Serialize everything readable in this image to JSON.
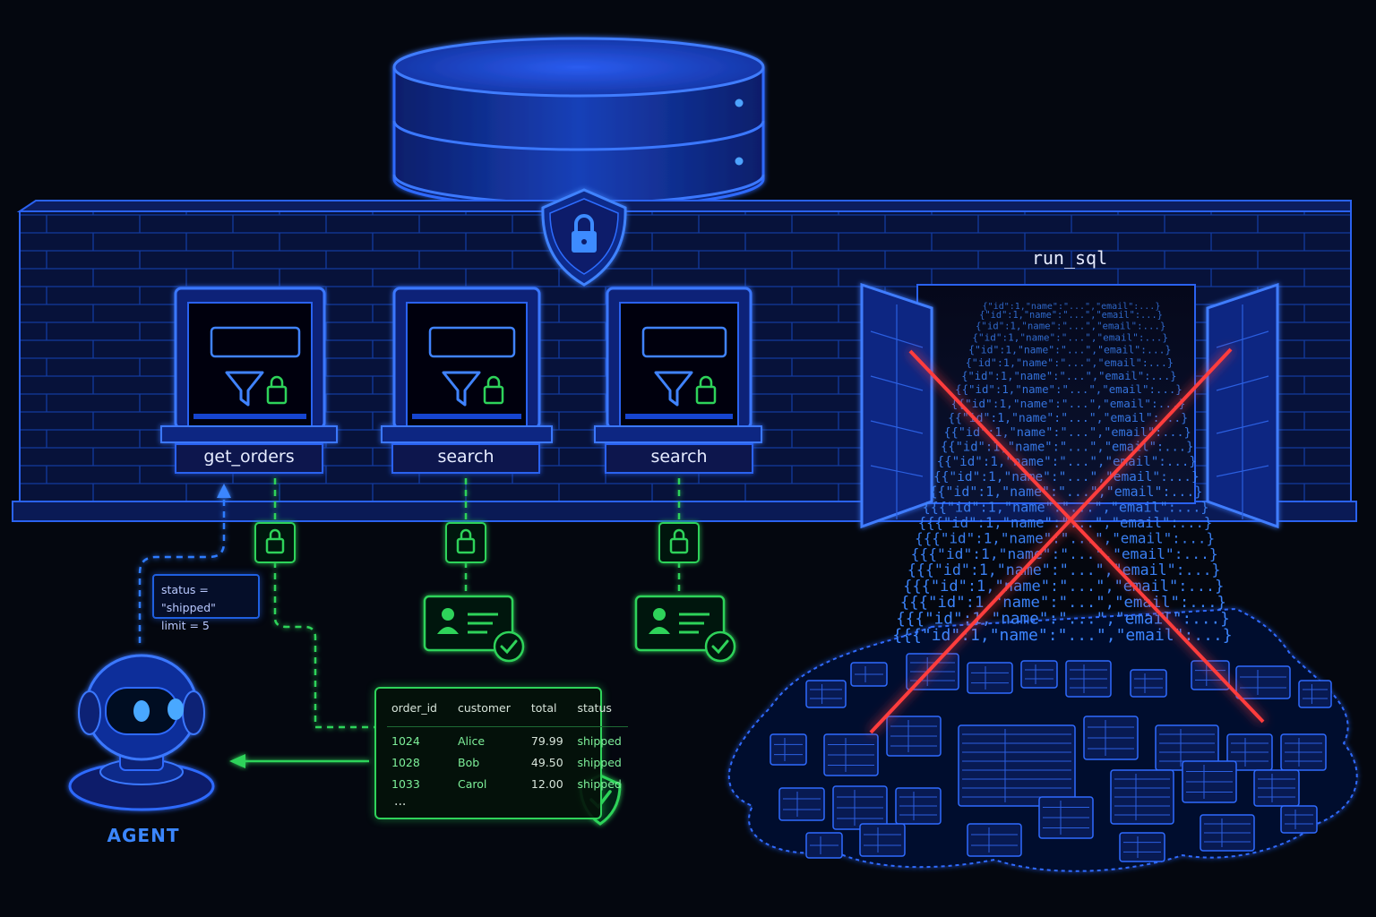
{
  "wall": {
    "tool_windows": [
      {
        "label": "get_orders"
      },
      {
        "label": "search"
      },
      {
        "label": "search"
      }
    ],
    "raw_door": {
      "label": "run_sql"
    }
  },
  "query_params": {
    "line1": "status = \"shipped\"",
    "line2": "limit = 5"
  },
  "result_table": {
    "columns": [
      "order_id",
      "customer",
      "total",
      "status"
    ],
    "rows": [
      [
        "1024",
        "Alice",
        "79.99",
        "shipped"
      ],
      [
        "1028",
        "Bob",
        "49.50",
        "shipped"
      ],
      [
        "1033",
        "Carol",
        "12.00",
        "shipped"
      ]
    ],
    "more": "..."
  },
  "data_flood": {
    "record_text": "{\"id\":1,\"name\":\"...\",\"email\":...}"
  },
  "agent": {
    "label": "AGENT"
  },
  "colors": {
    "wall_blue": "#1f5fe0",
    "safe_green": "#2fd35a",
    "danger_red": "#ff4040",
    "background": "#04070f"
  }
}
